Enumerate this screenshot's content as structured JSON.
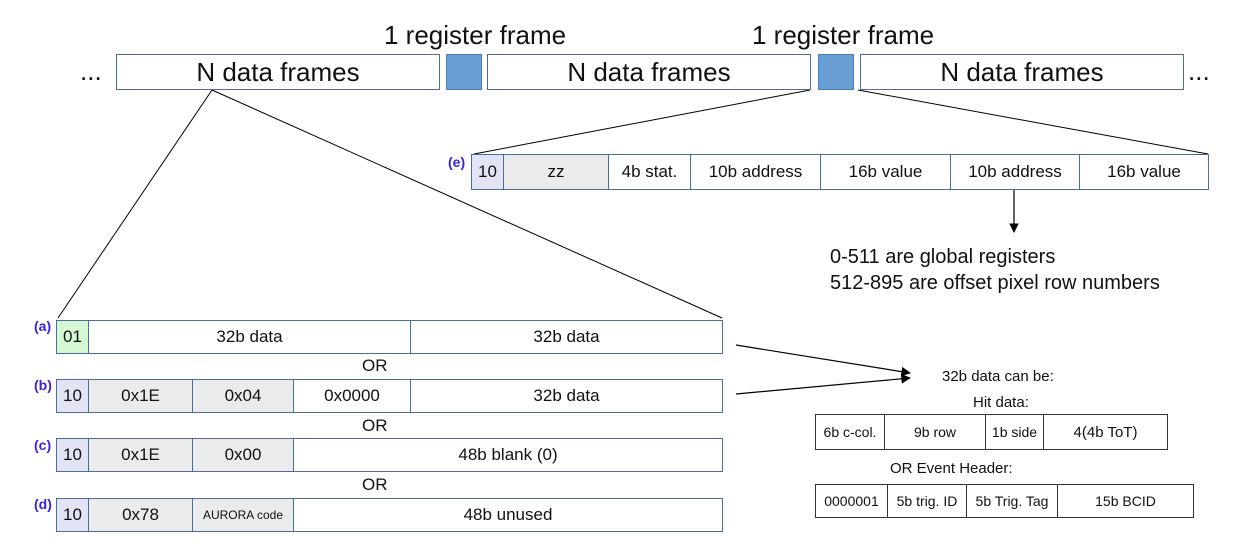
{
  "stream": {
    "ellipsis_left": "...",
    "ellipsis_right": "...",
    "data_frames_1": "N data frames",
    "data_frames_2": "N data frames",
    "data_frames_3": "N data frames",
    "register_label_1": "1 register frame",
    "register_label_2": "1 register frame"
  },
  "register_frame": {
    "label": "(e)",
    "header": "10",
    "zz": "zz",
    "status": "4b stat.",
    "address_1": "10b address",
    "value_1": "16b value",
    "address_2": "10b address",
    "value_2": "16b value",
    "note_1": "0-511 are global registers",
    "note_2": "512-895 are offset pixel row numbers"
  },
  "frames": {
    "a": {
      "label": "(a)",
      "header": "01",
      "data_1": "32b data",
      "data_2": "32b data"
    },
    "b": {
      "label": "(b)",
      "header": "10",
      "f1": "0x1E",
      "f2": "0x04",
      "f3": "0x0000",
      "f4": "32b data"
    },
    "c": {
      "label": "(c)",
      "header": "10",
      "f1": "0x1E",
      "f2": "0x00",
      "f3": "48b blank (0)"
    },
    "d": {
      "label": "(d)",
      "header": "10",
      "f1": "0x78",
      "f2": "AURORA code",
      "f3": "48b unused"
    },
    "or_1": "OR",
    "or_2": "OR",
    "or_3": "OR"
  },
  "data_info": {
    "title": "32b data can be:",
    "hit_title": "Hit data:",
    "hit_fields": [
      "6b c-col.",
      "9b row",
      "1b side",
      "4(4b ToT)"
    ],
    "event_title": "OR Event Header:",
    "event_fields": [
      "0000001",
      "5b trig. ID",
      "5b Trig. Tag",
      "15b BCID"
    ]
  }
}
